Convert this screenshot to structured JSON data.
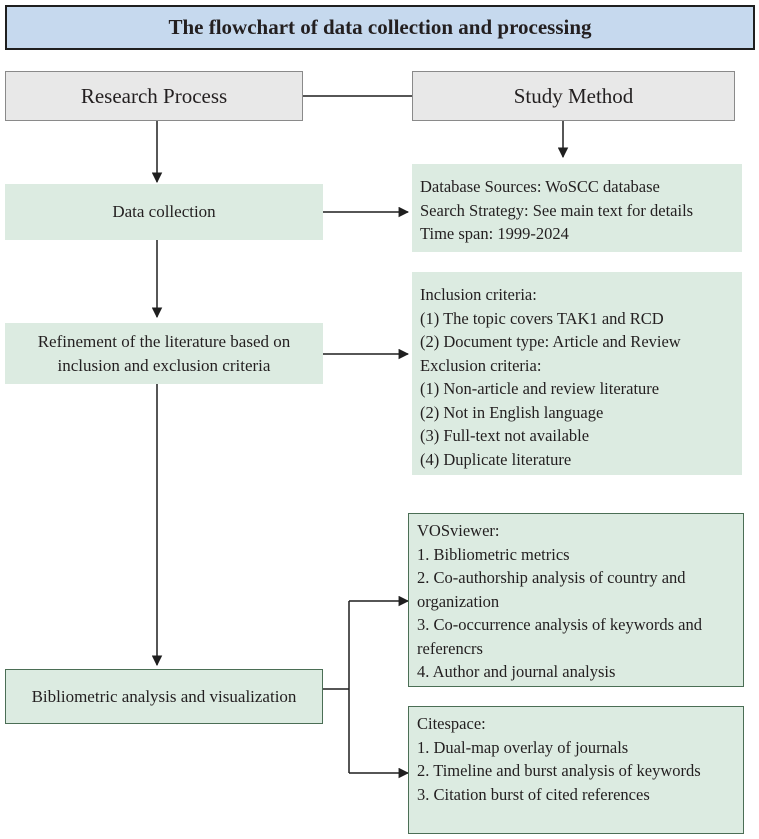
{
  "title": "The flowchart of data collection and processing",
  "headers": {
    "research_process": "Research Process",
    "study_method": "Study Method"
  },
  "steps": {
    "data_collection": "Data collection",
    "refinement": "Refinement of the literature based on inclusion and exclusion criteria",
    "bibliometric": "Bibliometric analysis and visualization"
  },
  "data_collection_details": [
    "Database Sources: WoSCC database",
    "Search Strategy: See main text for details",
    "Time span: 1999-2024"
  ],
  "criteria_details": [
    "Inclusion criteria:",
    "(1) The topic covers TAK1 and RCD",
    "(2) Document type: Article and Review",
    "Exclusion criteria:",
    "(1) Non-article and review literature",
    "(2) Not in English language",
    "(3) Full-text not available",
    "(4) Duplicate literature"
  ],
  "vosviewer_details": [
    "VOSviewer:",
    "1. Bibliometric metrics",
    "2. Co-authorship analysis of country and organization",
    "3. Co-occurrence analysis of keywords and referencrs",
    "4. Author and journal analysis"
  ],
  "citespace_details": [
    "Citespace:",
    "1. Dual-map overlay of journals",
    "2. Timeline and burst analysis of keywords",
    "3. Citation burst of cited references"
  ],
  "colors": {
    "title_fill": "#c6d9ee",
    "header_fill": "#e8e8e8",
    "step_fill": "#dcebe1",
    "method_border": "#4b6e55",
    "arrow": "#1f1f1f"
  }
}
